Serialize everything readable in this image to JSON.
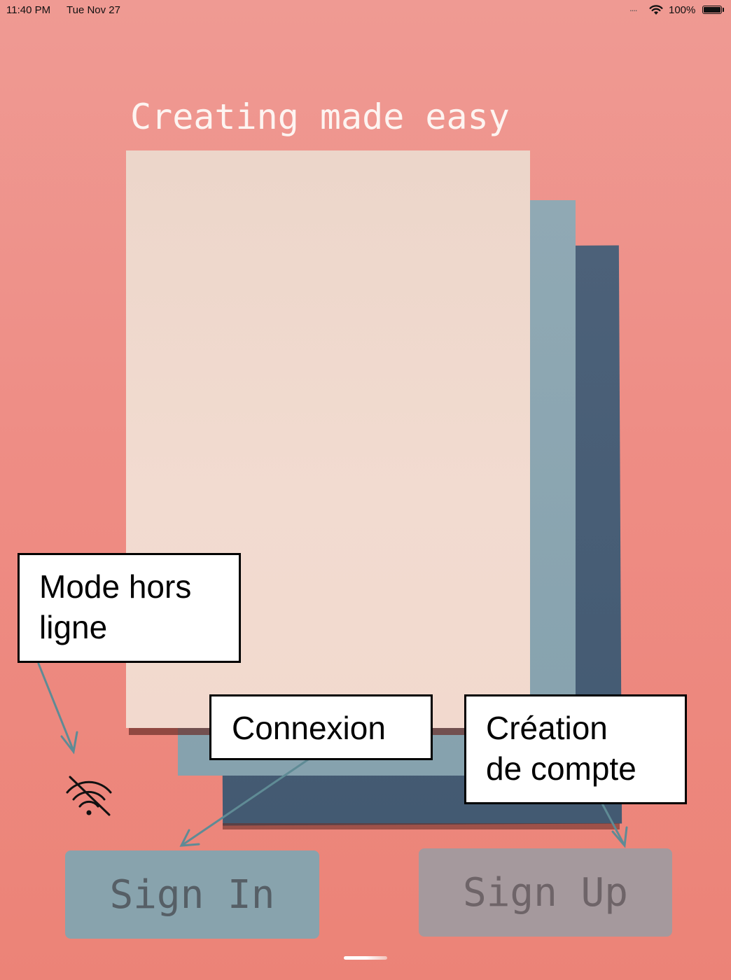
{
  "status_bar": {
    "time": "11:40 PM",
    "date": "Tue Nov 27",
    "signal": "....",
    "battery_percent": "100%",
    "battery_level": 1.0
  },
  "main": {
    "headline": "Creating made easy",
    "offline_icon": "wifi-off-icon"
  },
  "buttons": {
    "sign_in": "Sign In",
    "sign_up": "Sign Up"
  },
  "annotations": {
    "offline_mode": [
      "Mode hors",
      "ligne"
    ],
    "connexion": "Connexion",
    "creation": [
      "Création",
      "de compte"
    ]
  },
  "colors": {
    "background": "#ee8d85",
    "sign_in_button": "#88a3ad",
    "sign_up_button": "#a5999d",
    "paper_front": "#f2dbd0",
    "paper_mid": "#88a3ad",
    "paper_dark": "#465c74"
  }
}
